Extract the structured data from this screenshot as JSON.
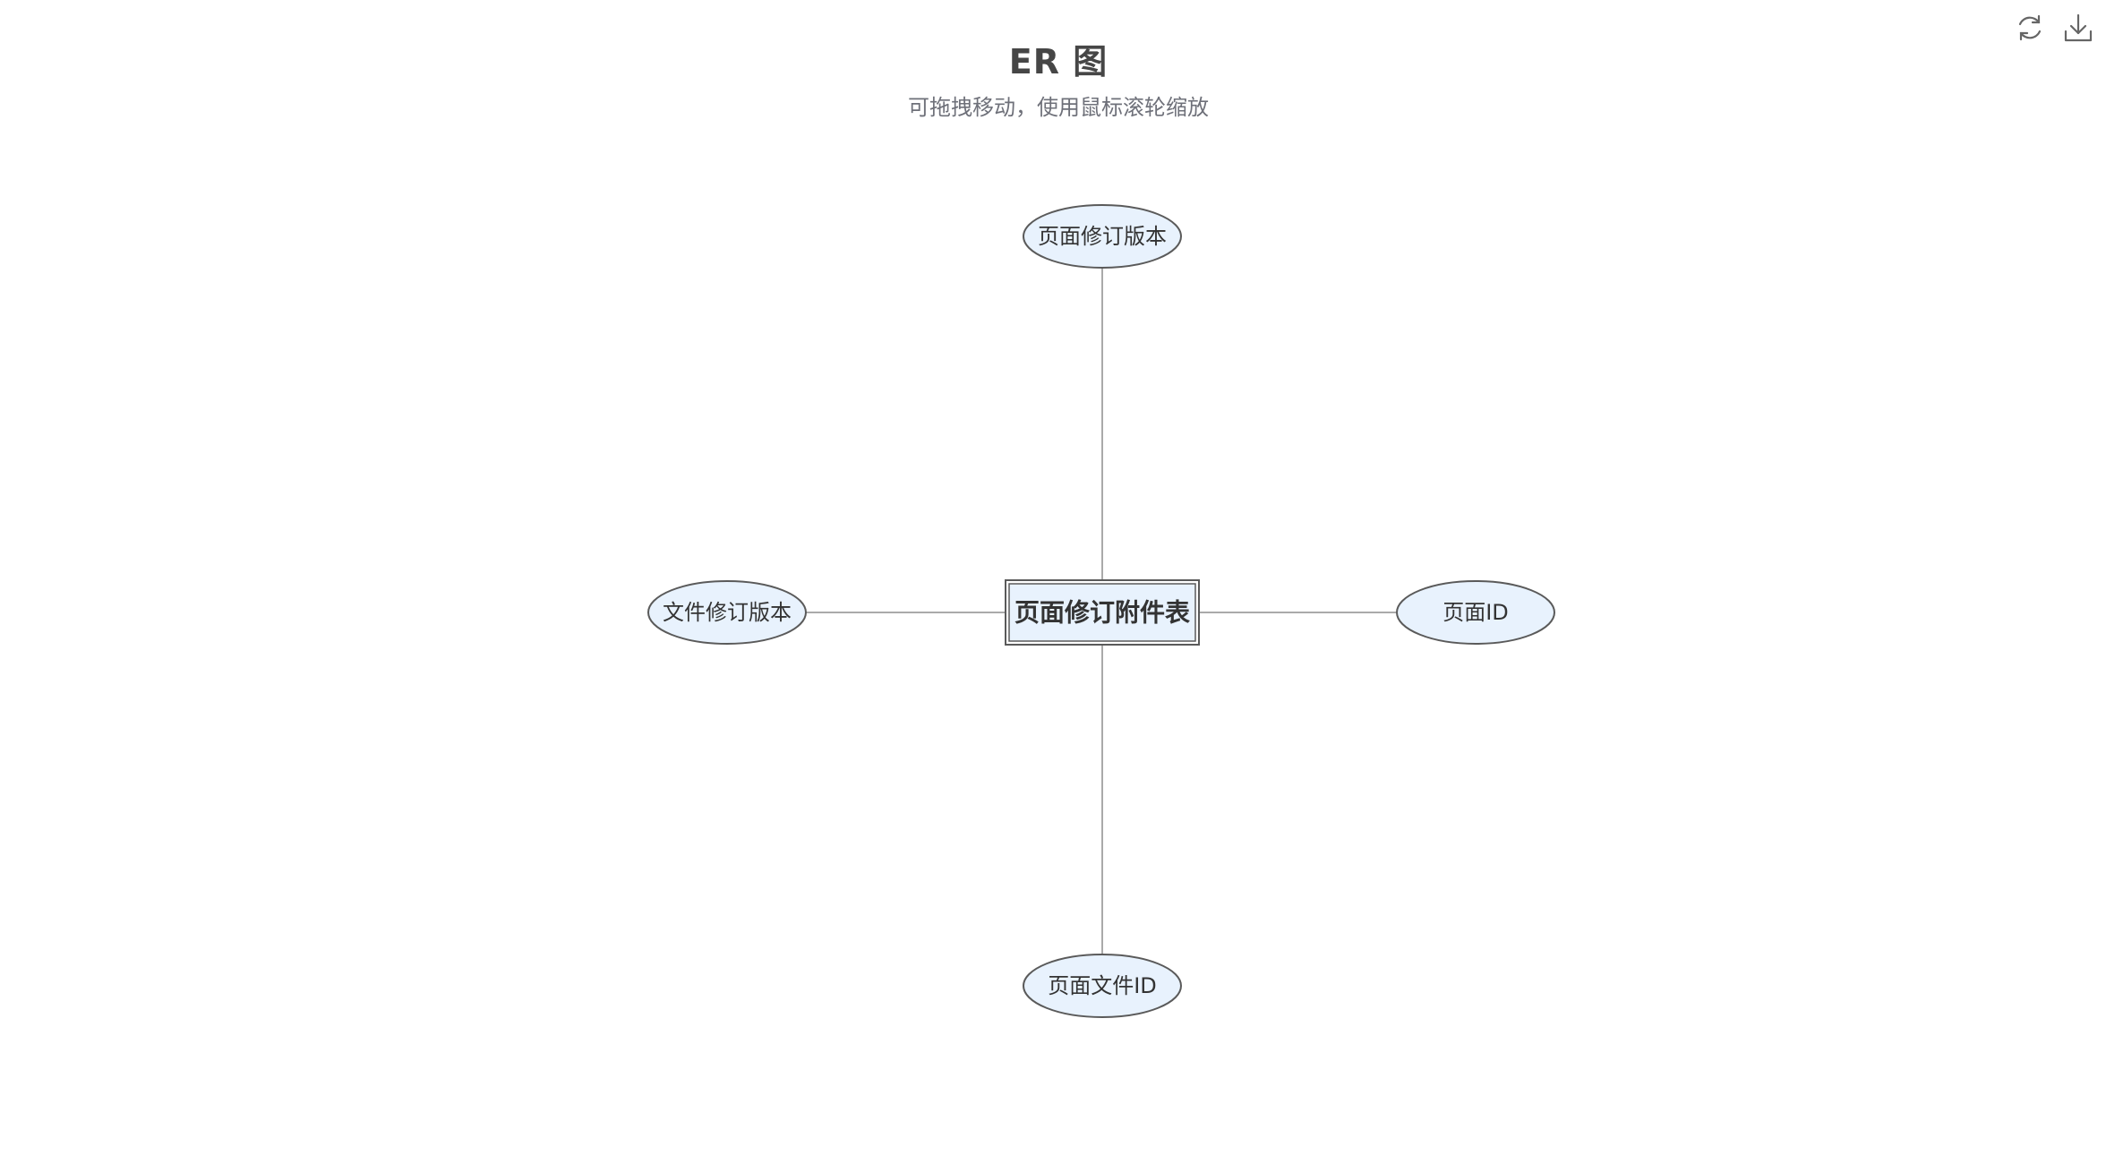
{
  "header": {
    "title": "ER 图",
    "subtitle": "可拖拽移动，使用鼠标滚轮缩放"
  },
  "toolbar": {
    "restore_icon": "refresh-icon",
    "download_icon": "download-icon"
  },
  "colors": {
    "node_fill": "#e8f2fd",
    "node_stroke": "#5a5a5a",
    "edge": "#aaaaaa",
    "text": "#333333",
    "icon": "#666666"
  },
  "diagram": {
    "entity": {
      "label": "页面修订附件表"
    },
    "attributes": [
      {
        "id": "top",
        "label": "页面修订版本"
      },
      {
        "id": "left",
        "label": "文件修订版本"
      },
      {
        "id": "right",
        "label": "页面ID"
      },
      {
        "id": "bottom",
        "label": "页面文件ID"
      }
    ]
  }
}
